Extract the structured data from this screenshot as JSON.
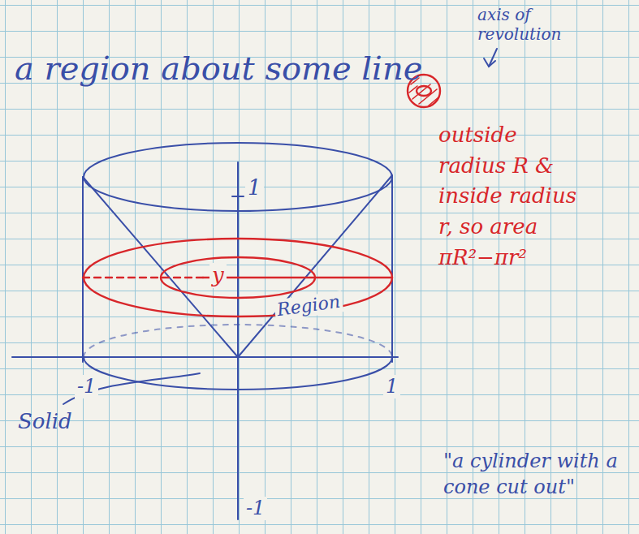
{
  "diagram": {
    "labels": [
      "axis of revolution",
      "a region about some line",
      "outside radius R & inside radius r, so area πR²−πr²",
      "1",
      "y",
      "Region",
      "-1",
      "1",
      "-1",
      "Solid",
      "\"a cylinder with a cone cut out\""
    ]
  }
}
